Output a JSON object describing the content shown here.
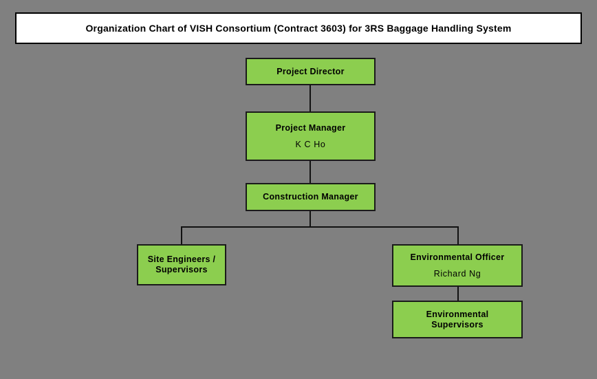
{
  "header": {
    "title": "Organization Chart of VISH Consortium (Contract 3603) for 3RS Baggage Handling System"
  },
  "colors": {
    "background": "#808080",
    "node_fill": "#8CCE4F",
    "node_border": "#1a1a1a",
    "title_fill": "#ffffff",
    "line": "#111111",
    "text": "#000000"
  },
  "chart_data": {
    "type": "diagram",
    "title": "Organization Chart of VISH Consortium (Contract 3603) for 3RS Baggage Handling System",
    "nodes": [
      {
        "id": "project-director",
        "role": "Project Director",
        "person": ""
      },
      {
        "id": "project-manager",
        "role": "Project Manager",
        "person": "K C Ho"
      },
      {
        "id": "construction-manager",
        "role": "Construction Manager",
        "person": ""
      },
      {
        "id": "site-engineers",
        "role": "Site Engineers /\nSupervisors",
        "person": ""
      },
      {
        "id": "environmental-officer",
        "role": "Environmental Officer",
        "person": "Richard Ng"
      },
      {
        "id": "environmental-supervisors",
        "role": "Environmental\nSupervisors",
        "person": ""
      }
    ],
    "edges": [
      {
        "from": "project-director",
        "to": "project-manager"
      },
      {
        "from": "project-manager",
        "to": "construction-manager"
      },
      {
        "from": "construction-manager",
        "to": "site-engineers"
      },
      {
        "from": "construction-manager",
        "to": "environmental-officer"
      },
      {
        "from": "environmental-officer",
        "to": "environmental-supervisors"
      }
    ]
  }
}
